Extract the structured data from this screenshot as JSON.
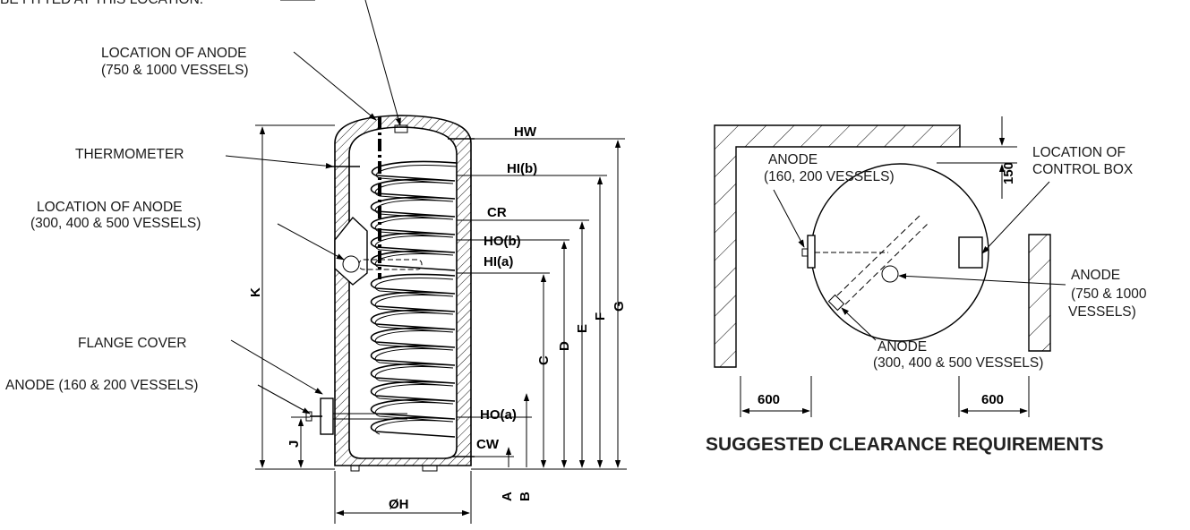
{
  "labels": {
    "top_cut": "BE FITTED AT THIS LOCATION.",
    "anode_750_line1": "LOCATION OF ANODE",
    "anode_750_line2": "(750 & 1000 VESSELS)",
    "thermometer": "THERMOMETER",
    "anode_300_line1": "LOCATION OF ANODE",
    "anode_300_line2": "(300, 400 & 500 VESSELS)",
    "flange_cover": "FLANGE COVER",
    "anode_160": "ANODE (160 & 200 VESSELS)"
  },
  "dimensions": {
    "hw": "HW",
    "hi_b": "HI(b)",
    "cr": "CR",
    "ho_b": "HO(b)",
    "hi_a": "HI(a)",
    "ho_a": "HO(a)",
    "cw": "CW",
    "a": "A",
    "b": "B",
    "c": "C",
    "d": "D",
    "e": "E",
    "f": "F",
    "g": "G",
    "k": "K",
    "j": "J",
    "oh": "ØH"
  },
  "plan": {
    "anode_160_line1": "ANODE",
    "anode_160_line2": "(160, 200 VESSELS)",
    "control_line1": "LOCATION OF",
    "control_line2": "CONTROL BOX",
    "anode_750_line1": "ANODE",
    "anode_750_line2": "(750 & 1000",
    "anode_750_line3": "VESSELS)",
    "anode_300_line1": "ANODE",
    "anode_300_line2": "(300, 400 & 500 VESSELS)",
    "dim_150": "150",
    "dim_600_left": "600",
    "dim_600_right": "600",
    "title": "SUGGESTED CLEARANCE REQUIREMENTS"
  }
}
